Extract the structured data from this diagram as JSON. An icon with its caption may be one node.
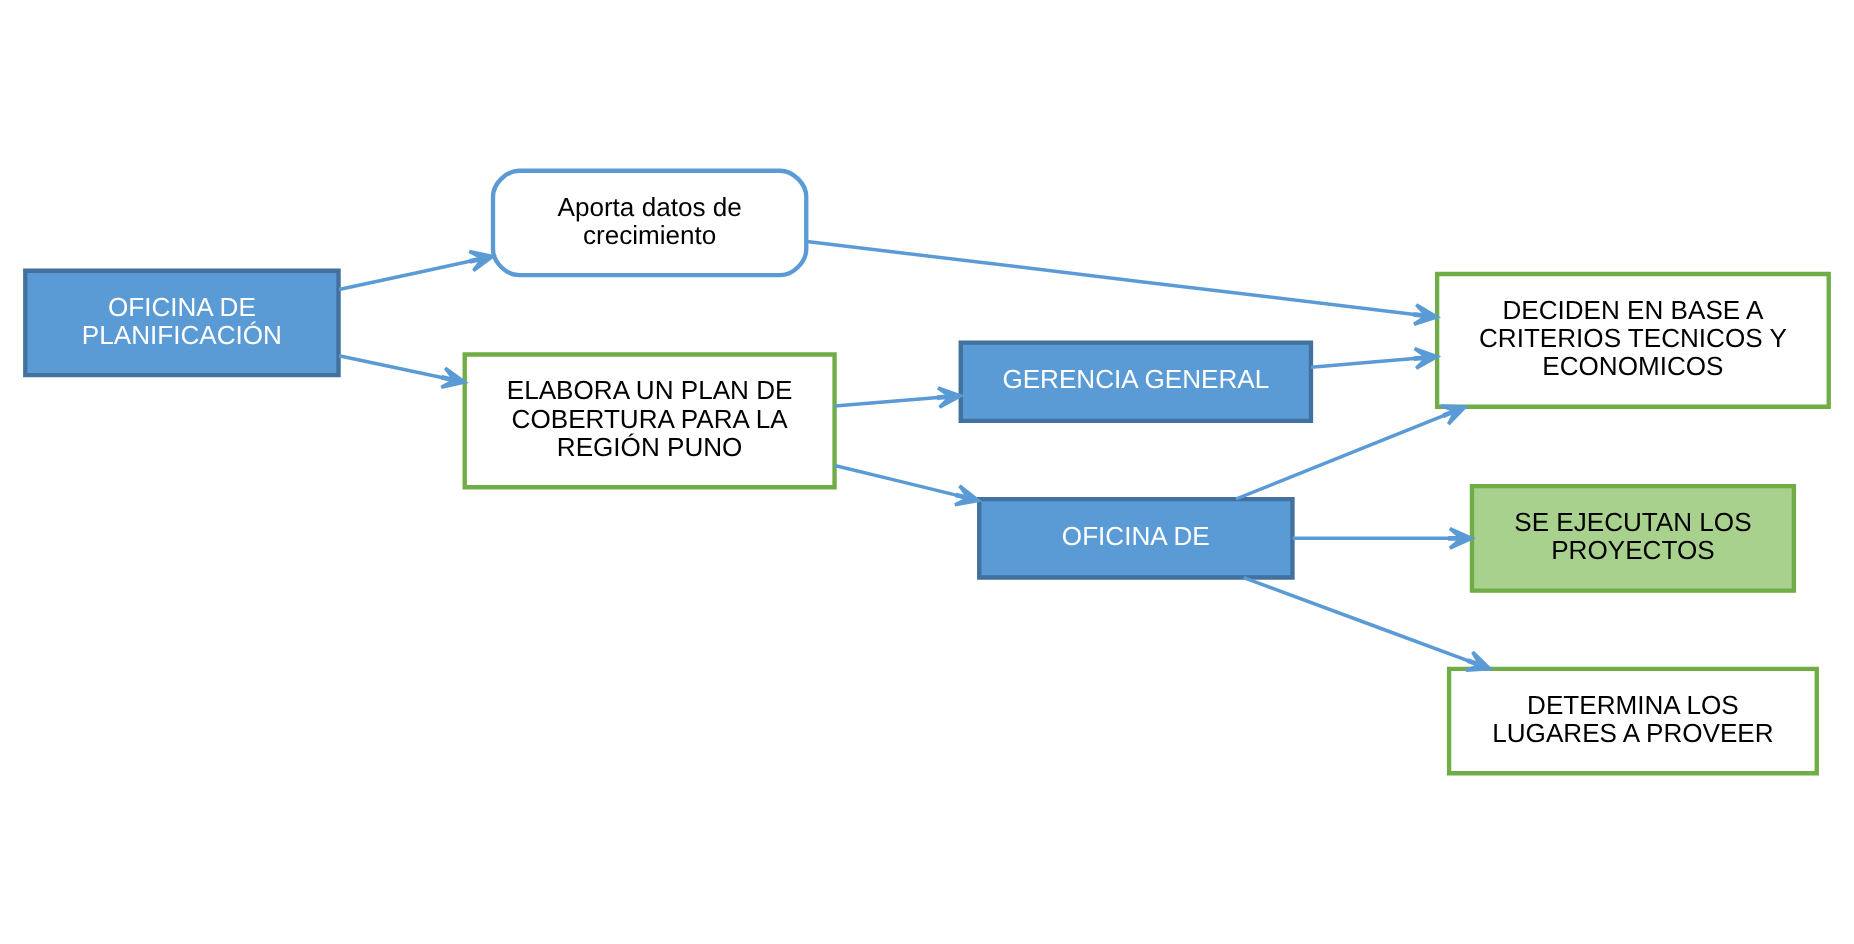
{
  "diagram": {
    "nodes": [
      {
        "text": [
          "Aporta datos de crecimiento"
        ]
      },
      {
        "text": [
          "GERENCIA GENERAL"
        ]
      },
      {
        "text": [
          "DECIDEN EN BASE A CRITERIOS TECNICOS Y ECONOMICOS"
        ]
      },
      {
        "text": [
          "OFICINA DE PLANIFICACIÓN"
        ]
      },
      {
        "text": [
          "ELABORA UN PLAN DE COBERTURA PARA LA REGIÓN PUNO"
        ]
      },
      {
        "text": [
          "OFICINA DE"
        ]
      },
      {
        "text": [
          "SE EJECUTAN LOS PROYECTOS"
        ]
      },
      {
        "text": [
          "DETERMINA LOS LUGARES A PROVEER"
        ]
      }
    ],
    "edges": [
      {
        "from": 3,
        "to": 4,
        "arrow": "to"
      },
      {
        "from": 3,
        "to": 0,
        "arrow": "to"
      },
      {
        "from": 4,
        "to": 1,
        "arrow": "to"
      },
      {
        "from": 1,
        "to": 2,
        "arrow": "to"
      },
      {
        "from": 0,
        "to": 2,
        "arrow": "to"
      },
      {
        "from": 4,
        "to": 5,
        "arrow": "to"
      },
      {
        "from": 5,
        "to": 2,
        "arrow": "to"
      },
      {
        "from": 5,
        "to": 6,
        "arrow": "to"
      },
      {
        "from": 5,
        "to": 7,
        "arrow": "to"
      }
    ]
  }
}
